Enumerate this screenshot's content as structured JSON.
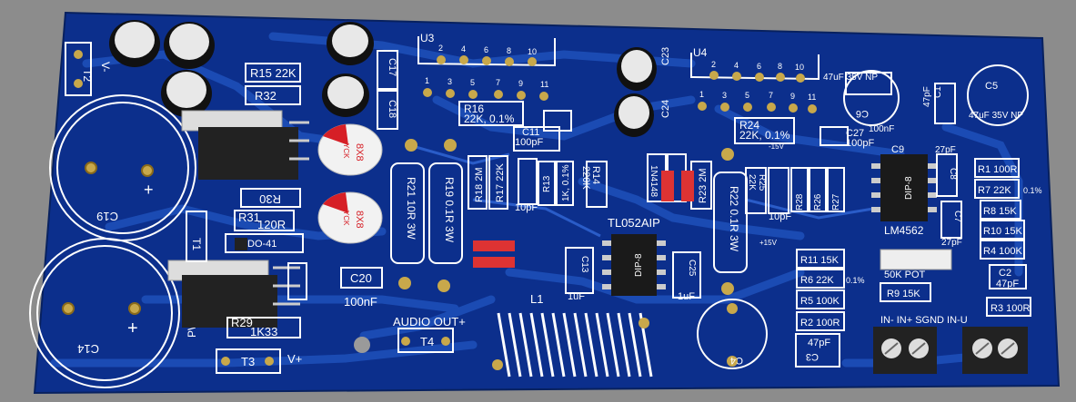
{
  "background_color": "#8c8c8c",
  "board": {
    "color": "#0c2f8c",
    "trace_color": "#1d4fb8",
    "silk_color": "#ffffff",
    "pad_color": "#c8a84b"
  },
  "labels": {
    "u3": "U3",
    "u4": "U4",
    "c17": "C17",
    "c18": "C18",
    "c23": "C23",
    "c24": "C24",
    "t2": "T2",
    "v_minus": "V-",
    "r15": "R15 22K",
    "r32": "R32",
    "r30": "R30",
    "r31": "R31",
    "r31_val": "120R",
    "do41": "DO-41",
    "t1": "T1",
    "c19": "C19",
    "c14": "C14",
    "pwr": "PWR",
    "r29": "R29",
    "r29_val": "1K33",
    "t3": "T3",
    "v_plus": "V+",
    "ne_cap1": "8X8",
    "ne_cap1b": "YCK",
    "ne_cap2": "8X8",
    "ne_cap2b": "YCK",
    "c20": "C20",
    "c20_val": "100nF",
    "audio_out": "AUDIO OUT+",
    "t4": "T4",
    "l1": "L1",
    "r21": "R21  10R  3W",
    "r19": "R19  0.1R  3W",
    "r22": "R22  0.1R  3W",
    "r16": "R16",
    "r16_val": "22K, 0.1%",
    "c11": "C11",
    "c11_val": "100pF",
    "r18": "R18  2M",
    "r17": "R17  22K",
    "c10": "10pF",
    "r13": "R13",
    "r12": "1K, 0.1%",
    "r14": "R14",
    "r14_val": "220K",
    "tl052": "TL052AIP",
    "dip8a": "DIP-8",
    "c13": "C13",
    "c13_val": "1uF",
    "c25": "C25",
    "c25_val": "1uF",
    "n4148": "1N4148",
    "r23": "R23  2M",
    "r24": "R24",
    "r24_val": "22K, 0.1%",
    "c27": "C27",
    "c27_val": "100pF",
    "m15": "-15V",
    "p15": "+15V",
    "r25": "R25",
    "r25_val": "22K",
    "c26": "10pF",
    "r28": "R28",
    "r26": "R26",
    "r27": "R27",
    "c4": "C4",
    "cap47": "47uF  35V  NP",
    "c6": "C6",
    "c100nf": "100nF",
    "c1": "C1",
    "c1_val": "47pF",
    "c5": "C5",
    "c5_val": "47uF  35V  NP",
    "c9": "C9",
    "c9_val": "27pF",
    "c8": "C8",
    "dip8b": "DIP-8",
    "lm4562": "LM4562",
    "c7": "C7",
    "c7_val": "27pF",
    "pot": "50K POT",
    "r9": "R9  15K",
    "r1": "R1  100R",
    "r7": "R7  22K",
    "pct": "0.1%",
    "r8": "R8  15K",
    "r10": "R10  15K",
    "r4": "R4  100K",
    "c2": "C2",
    "c2_val": "47pF",
    "r3": "R3  100R",
    "r11": "R11  15K",
    "r6": "R6  22K",
    "r5": "R5 100K",
    "r2": "R2 100R",
    "c3": "C3",
    "c3_val": "47pF",
    "conn": "IN-  IN+     SGND  IN-U",
    "pins_u3": [
      "2",
      "4",
      "6",
      "8",
      "10"
    ],
    "pins_u3b": [
      "1",
      "3",
      "5",
      "7",
      "9",
      "11"
    ],
    "pins_u4": [
      "2",
      "4",
      "6",
      "8",
      "10"
    ],
    "pins_u4b": [
      "1",
      "3",
      "5",
      "7",
      "9",
      "11"
    ]
  }
}
